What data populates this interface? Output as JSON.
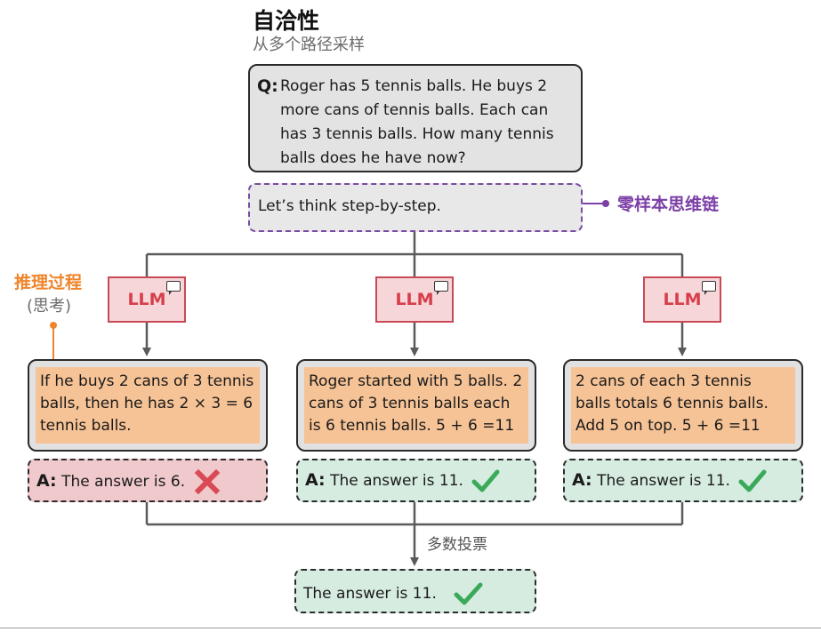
{
  "title": "自洽性",
  "subtitle": "从多个路径采样",
  "question": {
    "label": "Q:",
    "text": "Roger has 5 tennis balls. He buys 2 more cans of tennis balls. Each can has 3 tennis balls. How many tennis balls does he have now?"
  },
  "cot_prompt": "Let’s think step-by-step.",
  "cot_label": "零样本思维链",
  "reasoning_label": "推理过程",
  "reasoning_sublabel": "(思考)",
  "llm_label": "LLM",
  "paths": [
    {
      "reasoning": "If he buys 2 cans of 3 tennis balls, then he has 2 × 3 = 6 tennis balls.",
      "answer_label": "A:",
      "answer_text": "The answer is 6.",
      "verdict": "cross-icon"
    },
    {
      "reasoning": "Roger started with 5 balls. 2 cans of 3 tennis balls each is 6 tennis balls. 5 + 6 =11",
      "answer_label": "A:",
      "answer_text": "The answer is 11.",
      "verdict": "check-icon"
    },
    {
      "reasoning": "2 cans of each 3 tennis balls totals 6 tennis balls. Add 5 on top. 5 + 6 =11",
      "answer_label": "A:",
      "answer_text": "The answer is 11.",
      "verdict": "check-icon"
    }
  ],
  "vote_label": "多数投票",
  "final_answer": "The answer is 11.",
  "colors": {
    "llm_fill": "#f7d6d9",
    "reasoning_fill": "#f6c396",
    "wrong_fill": "#f0c9cc",
    "right_fill": "#d6ece0",
    "cot_accent": "#7b3fa6",
    "reasoning_accent": "#f0842a",
    "check": "#3aaa5a",
    "cross": "#d94a55"
  }
}
